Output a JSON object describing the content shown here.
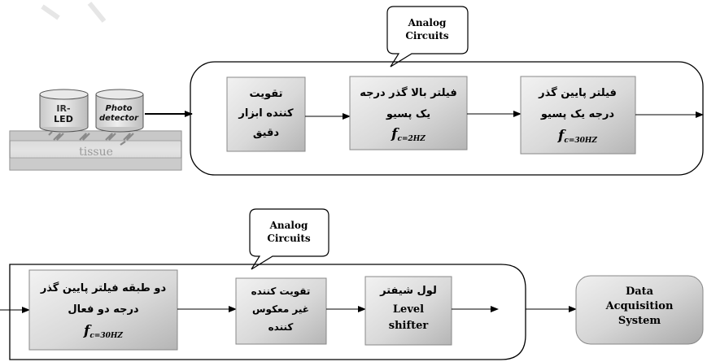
{
  "callout_top": {
    "line1": "Analog",
    "line2": "Circuits"
  },
  "callout_bottom": {
    "line1": "Analog",
    "line2": "Circuits"
  },
  "sensor": {
    "led_line1": "IR-",
    "led_line2": "LED",
    "detector_line1": "Photo",
    "detector_line2": "detector",
    "tissue_label": "tissue"
  },
  "top_row": {
    "block1": {
      "line1": "تقویت",
      "line2": "کننده ابزار",
      "line3": "دقیق"
    },
    "block2": {
      "line1": "فیلتر بالا گذر درجه",
      "line2": "یک پسیو",
      "formula_main": "f",
      "formula_sub": "c=2HZ"
    },
    "block3": {
      "line1": "فیلتر پایین گذر",
      "line2": "درجه یک پسیو",
      "formula_main": "f",
      "formula_sub": "c=30HZ"
    }
  },
  "bottom_row": {
    "block1": {
      "line1": "دو طبقه فیلتر پایین گذر",
      "line2": "درجه دو فعال",
      "formula_main": "f",
      "formula_sub": "c=30HZ"
    },
    "block2": {
      "line1": "تقویت کننده",
      "line2": "غیر معکوس",
      "line3": "کننده"
    },
    "block3": {
      "line1": "لول شیفتر",
      "line2": "Level",
      "line3": "shifter"
    },
    "das": {
      "line1": "Data",
      "line2": "Acquisition",
      "line3": "System"
    }
  }
}
